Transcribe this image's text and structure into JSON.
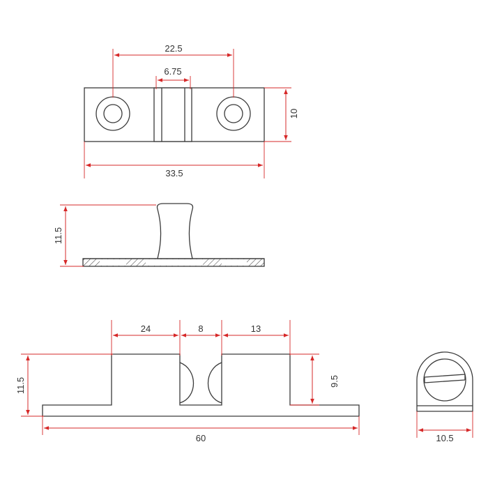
{
  "drawing": {
    "colors": {
      "dimension": "#d62828",
      "outline": "#3a3a3a",
      "background": "#ffffff"
    },
    "top_view": {
      "dim_hole_spacing": "22.5",
      "dim_center_width": "6.75",
      "dim_height": "10",
      "dim_total_length": "33.5"
    },
    "section_view": {
      "dim_height": "11.5"
    },
    "side_view": {
      "dim_left": "24",
      "dim_gap": "8",
      "dim_right": "13",
      "dim_total_height": "11.5",
      "dim_block_height": "9.5",
      "dim_total_length": "60"
    },
    "end_view": {
      "dim_width": "10.5"
    }
  }
}
